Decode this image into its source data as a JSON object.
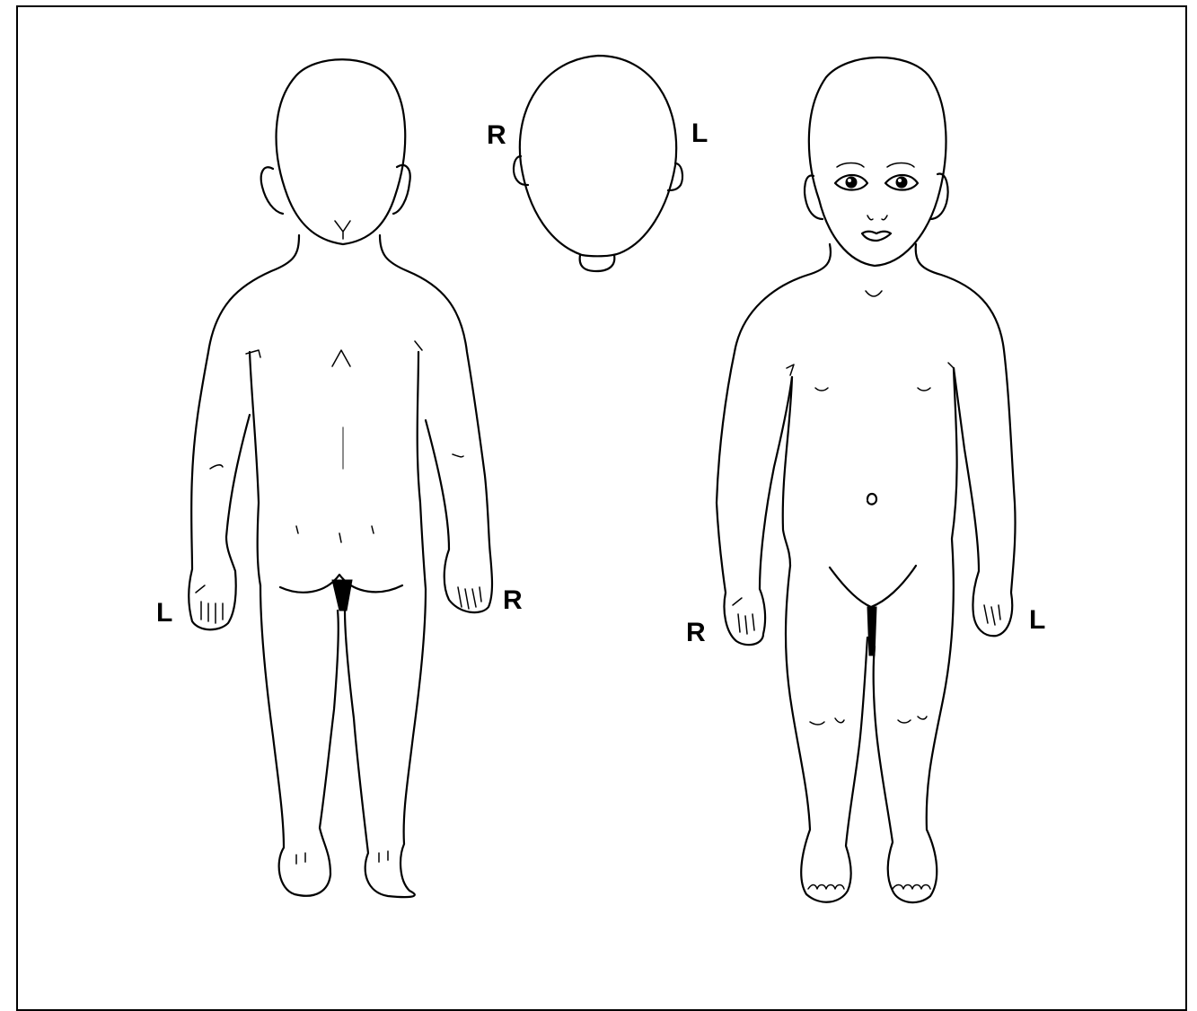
{
  "labels": {
    "back_view_left_side": "L",
    "back_view_right_side": "R",
    "head_top_right_side": "R",
    "head_top_left_side": "L",
    "front_view_right_side": "R",
    "front_view_left_side": "L"
  }
}
